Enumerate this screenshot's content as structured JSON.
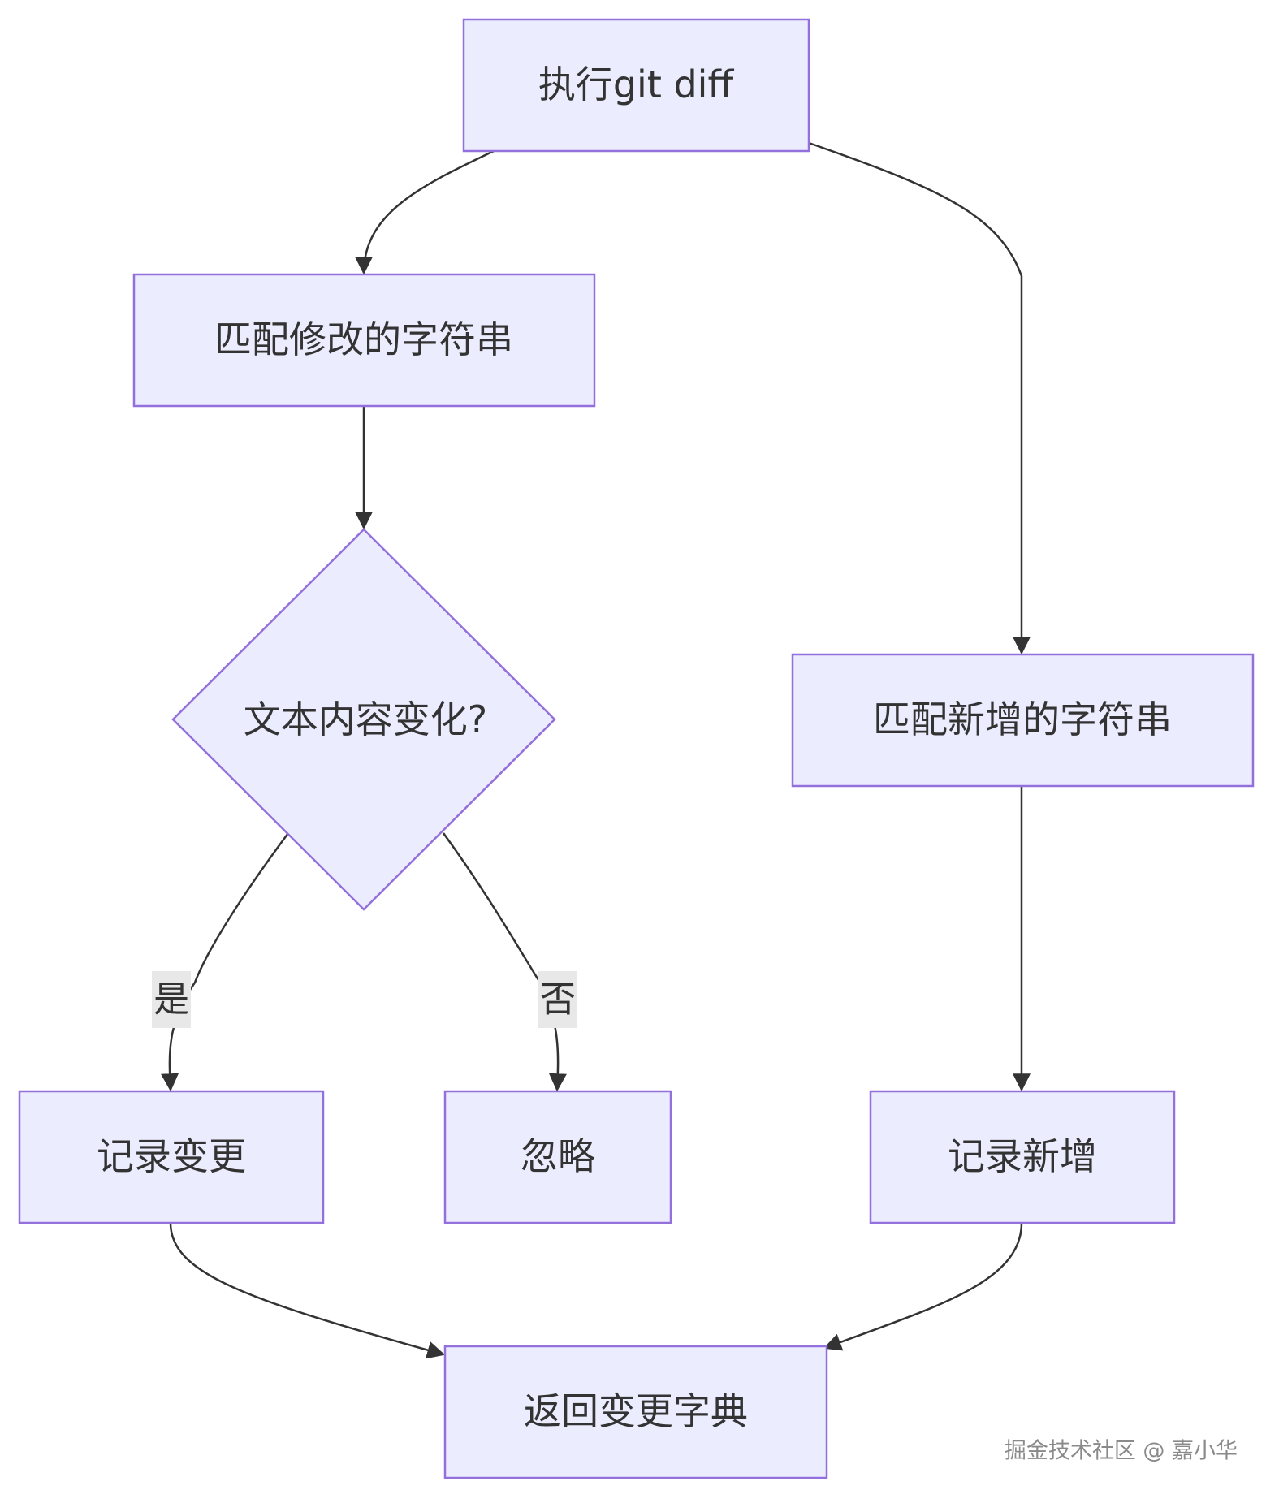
{
  "diagram": {
    "nodes": {
      "start": {
        "label": "执行git diff"
      },
      "match_modified": {
        "label": "匹配修改的字符串"
      },
      "decision": {
        "label": "文本内容变化?"
      },
      "match_added": {
        "label": "匹配新增的字符串"
      },
      "record_change": {
        "label": "记录变更"
      },
      "ignore": {
        "label": "忽略"
      },
      "record_added": {
        "label": "记录新增"
      },
      "return_dict": {
        "label": "返回变更字典"
      }
    },
    "edges": {
      "yes_label": "是",
      "no_label": "否"
    },
    "colors": {
      "node_fill": "#ECECFF",
      "node_stroke": "#9370DB",
      "edge_stroke": "#333333",
      "text": "#333333"
    }
  },
  "watermark": {
    "text": "掘金技术社区 @ 嘉小华"
  }
}
